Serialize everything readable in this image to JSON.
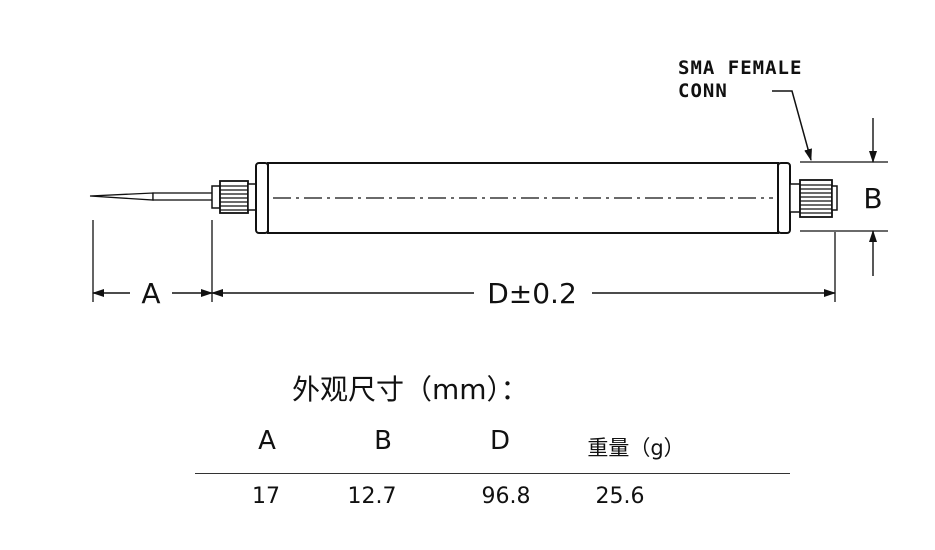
{
  "callout": {
    "line1": "SMA FEMALE",
    "line2": "CONN"
  },
  "dimensions": {
    "a": "A",
    "b": "B",
    "d": "D±0.2"
  },
  "caption": "外观尺寸（mm）：",
  "table": {
    "headers": [
      "A",
      "B",
      "D",
      "重量（g）"
    ],
    "values": [
      "17",
      "12.7",
      "96.8",
      "25.6"
    ]
  }
}
